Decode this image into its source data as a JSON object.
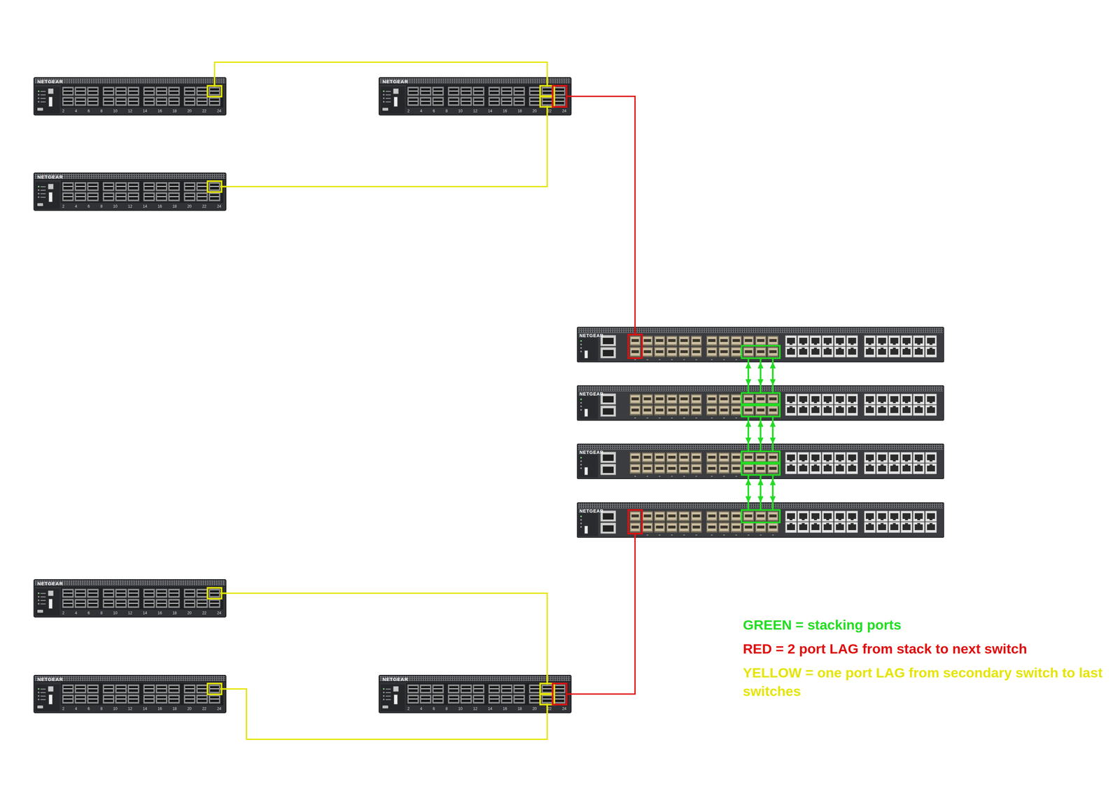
{
  "diagram": {
    "nodes": [
      {
        "text": [
          "NETGEAR",
          "2 4 6 8 10 12 14 16 18 20 22 24"
        ]
      },
      {
        "text": [
          "NETGEAR",
          "2 4 6 8 10 12 14 16 18 20 22 24"
        ]
      },
      {
        "text": [
          "NETGEAR",
          "2 4 6 8 10 12 14 16 18 20 22 24"
        ]
      },
      {
        "text": [
          "NETGEAR"
        ]
      },
      {
        "text": [
          "NETGEAR"
        ]
      },
      {
        "text": [
          "NETGEAR"
        ]
      },
      {
        "text": [
          "NETGEAR"
        ]
      },
      {
        "text": [
          "NETGEAR",
          "2 4 6 8 10 12 14 16 18 20 22 24"
        ]
      },
      {
        "text": [
          "NETGEAR",
          "2 4 6 8 10 12 14 16 18 20 22 24"
        ]
      },
      {
        "text": [
          "NETGEAR",
          "2 4 6 8 10 12 14 16 18 20 22 24"
        ]
      }
    ],
    "edges": [
      {
        "from": 0,
        "to": 1,
        "arrow": "none"
      },
      {
        "from": 1,
        "to": 2,
        "arrow": "none"
      },
      {
        "from": 1,
        "to": 3,
        "arrow": "none"
      },
      {
        "from": 3,
        "to": 4,
        "arrow": "both"
      },
      {
        "from": 3,
        "to": 4,
        "arrow": "both"
      },
      {
        "from": 3,
        "to": 4,
        "arrow": "both"
      },
      {
        "from": 4,
        "to": 5,
        "arrow": "both"
      },
      {
        "from": 4,
        "to": 5,
        "arrow": "both"
      },
      {
        "from": 4,
        "to": 5,
        "arrow": "both"
      },
      {
        "from": 5,
        "to": 6,
        "arrow": "both"
      },
      {
        "from": 5,
        "to": 6,
        "arrow": "both"
      },
      {
        "from": 5,
        "to": 6,
        "arrow": "both"
      },
      {
        "from": 6,
        "to": 9,
        "arrow": "none"
      },
      {
        "from": 9,
        "to": 7,
        "arrow": "none"
      },
      {
        "from": 9,
        "to": 8,
        "arrow": "none"
      }
    ],
    "legend": [
      {
        "text": "GREEN = stacking ports",
        "color": "#22dd22"
      },
      {
        "text": "RED = 2 port LAG from stack to next switch",
        "color": "#e01010"
      },
      {
        "text": "YELLOW = one port LAG from secondary switch to last switches",
        "color": "#e5e500"
      }
    ]
  }
}
